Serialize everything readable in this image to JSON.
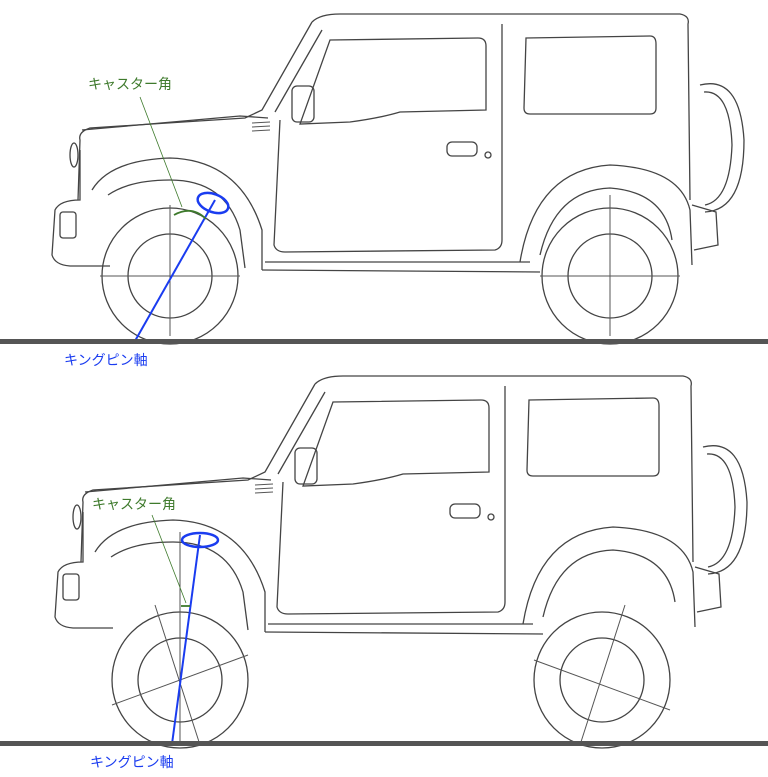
{
  "panels": [
    {
      "caster_label": "キャスター角",
      "kingpin_label": "キングピン軸",
      "state": "stock"
    },
    {
      "caster_label": "キャスター角",
      "kingpin_label": "キングピン軸",
      "state": "lifted"
    }
  ],
  "colors": {
    "caster": "#3e7a2c",
    "kingpin": "#1a3cf0",
    "ground": "#555555"
  }
}
